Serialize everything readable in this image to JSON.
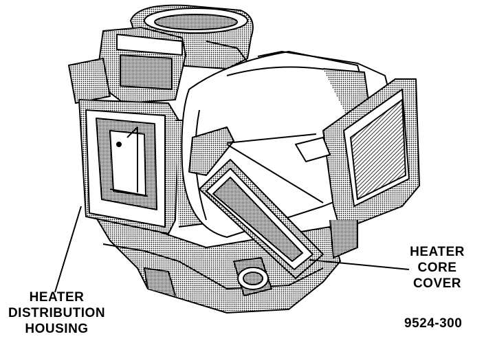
{
  "labels": {
    "left": [
      "HEATER",
      "DISTRIBUTION",
      "HOUSING"
    ],
    "right": [
      "HEATER",
      "CORE",
      "COVER"
    ]
  },
  "figure_id": "9524-300",
  "colors": {
    "ink": "#000000",
    "paper": "#ffffff",
    "shade": "#9a9a9a"
  }
}
